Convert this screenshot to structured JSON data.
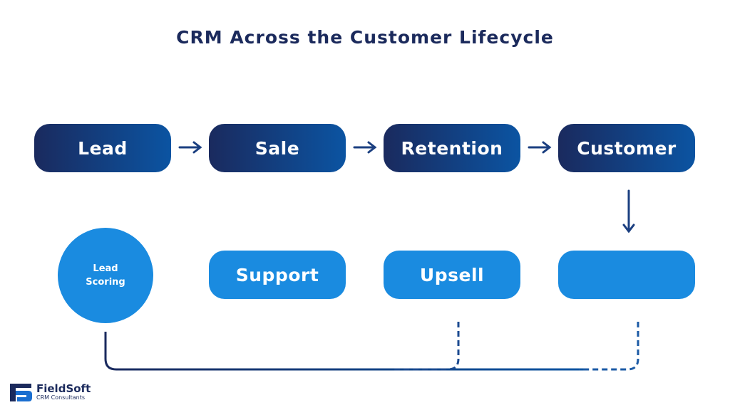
{
  "title": "CRM Across the Customer Lifecycle",
  "top_row": [
    "Lead",
    "Sale",
    "Retention",
    "Customer"
  ],
  "bottom_row": {
    "circle_lines": [
      "Lead",
      "Scoring"
    ],
    "boxes": [
      "Support",
      "Upsell",
      ""
    ]
  },
  "logo": {
    "name": "FieldSoft",
    "tagline": "CRM Consultants"
  },
  "colors": {
    "dark_start": "#1a2a5e",
    "dark_end": "#0b54a2",
    "light": "#1a8be0",
    "title": "#1b2a5c"
  }
}
